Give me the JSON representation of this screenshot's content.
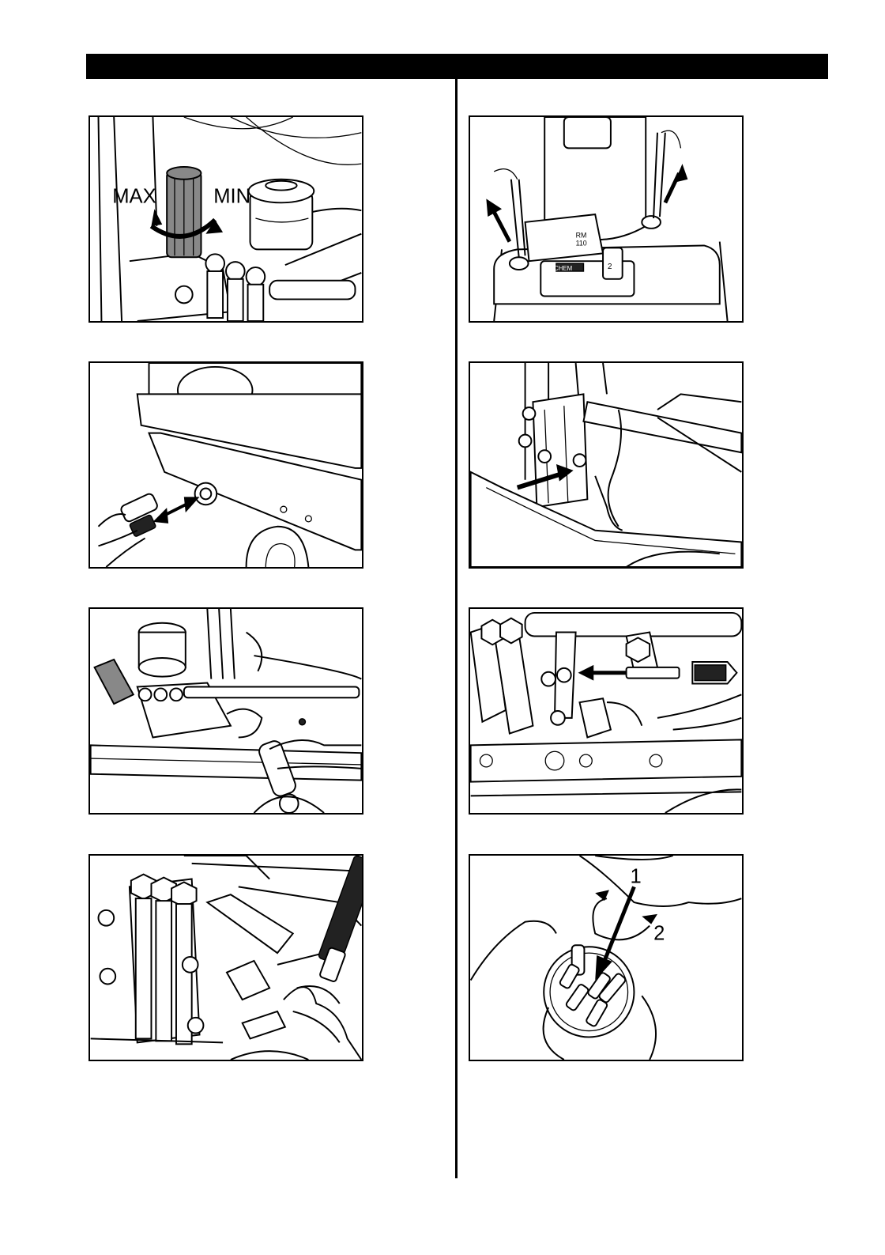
{
  "header": {
    "color": "#000000"
  },
  "figures": {
    "fig1": {
      "label_max": "MAX",
      "label_min": "MIN",
      "icons": [
        "pressure-knob-icon",
        "rotate-arrow-icon",
        "oil-container-icon"
      ]
    },
    "fig2": {
      "label_rm": "RM",
      "label_rm_num": "110",
      "label_chem": "CHEM",
      "label_two": "2",
      "icons": [
        "detergent-tank-icon",
        "up-arrow-icon"
      ]
    },
    "fig3": {
      "icons": [
        "drain-plug-icon",
        "pliers-icon",
        "double-arrow-icon"
      ]
    },
    "fig4": {
      "icons": [
        "pump-head-icon",
        "arrow-icon"
      ]
    },
    "fig5": {
      "icons": [
        "pump-icon",
        "wrench-icon",
        "hand-icon"
      ]
    },
    "fig6": {
      "icons": [
        "valve-icon",
        "left-arrow-icon",
        "bolt-icon"
      ]
    },
    "fig7": {
      "icons": [
        "pump-icon",
        "socket-wrench-icon",
        "hand-icon"
      ]
    },
    "fig8": {
      "label_one": "1",
      "label_two": "2",
      "icons": [
        "valve-insert-icon",
        "hand-icon",
        "curved-arrow-icon"
      ]
    }
  }
}
